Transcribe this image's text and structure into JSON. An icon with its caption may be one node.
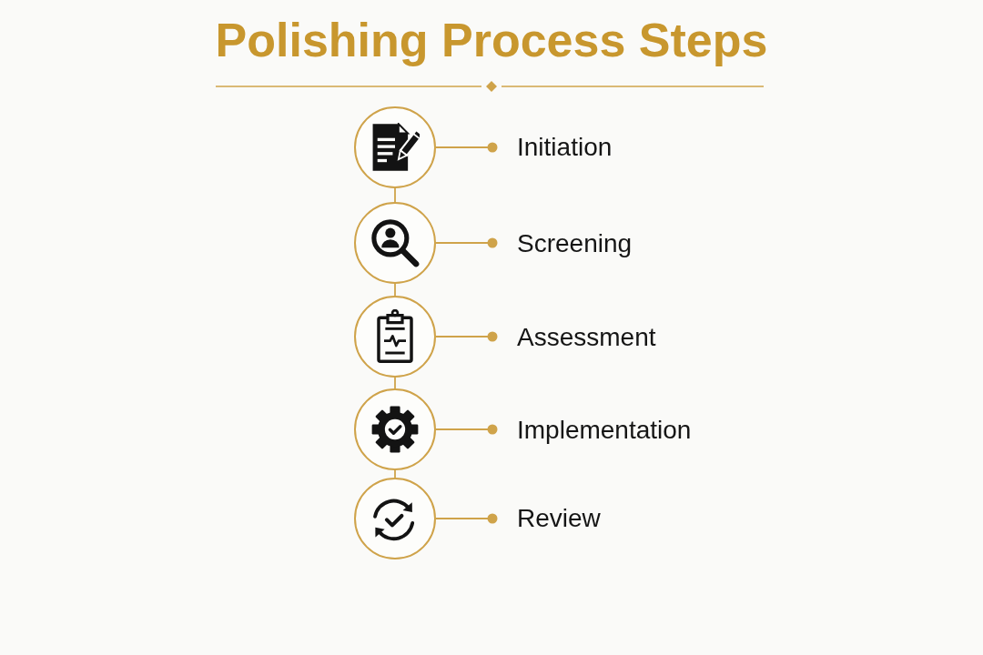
{
  "diagram": {
    "title": "Polishing Process Steps",
    "nodes": [
      {
        "text": [],
        "shape": "circle"
      },
      {
        "text": [
          "Initiation"
        ]
      },
      {
        "text": [],
        "shape": "circle"
      },
      {
        "text": [
          "Screening"
        ]
      },
      {
        "text": [],
        "shape": "circle"
      },
      {
        "text": [
          "Assessment"
        ]
      },
      {
        "text": [],
        "shape": "circle"
      },
      {
        "text": [
          "Implementation"
        ]
      },
      {
        "text": [],
        "shape": "circle"
      },
      {
        "text": [
          "Review"
        ]
      }
    ],
    "edges": [
      {
        "from": 0,
        "to": 1,
        "arrow": "other"
      },
      {
        "from": 0,
        "to": 2,
        "arrow": "none"
      },
      {
        "from": 2,
        "to": 3,
        "arrow": "other"
      },
      {
        "from": 2,
        "to": 4,
        "arrow": "none"
      },
      {
        "from": 4,
        "to": 5,
        "arrow": "other"
      },
      {
        "from": 4,
        "to": 6,
        "arrow": "none"
      },
      {
        "from": 6,
        "to": 7,
        "arrow": "other"
      },
      {
        "from": 6,
        "to": 8,
        "arrow": "none"
      },
      {
        "from": 8,
        "to": 9,
        "arrow": "other"
      }
    ]
  }
}
